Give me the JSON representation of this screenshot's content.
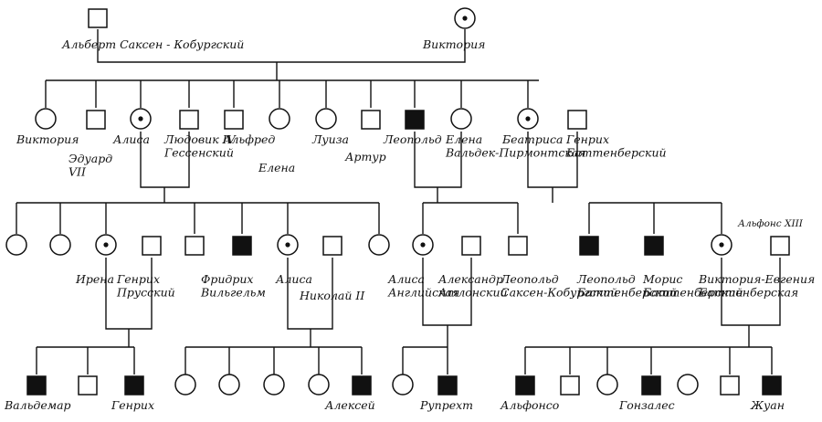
{
  "colors": {
    "ink": "#111111",
    "paper": "#ffffff",
    "affected": "#111111"
  },
  "legend_meaning": {
    "square": "male",
    "circle": "female",
    "filled": "affected",
    "dot": "carrier"
  },
  "people": {
    "albert": {
      "label": "Альберт Саксен - Кобургский",
      "sex": "male",
      "status": "normal"
    },
    "victoria": {
      "label": "Виктория",
      "sex": "female",
      "status": "carrier"
    },
    "vicky": {
      "label": "Виктория",
      "sex": "female",
      "status": "normal"
    },
    "edward": {
      "label": "Эдуард VII",
      "sex": "male",
      "status": "normal"
    },
    "alice": {
      "label": "Алиса",
      "sex": "female",
      "status": "carrier"
    },
    "ludwig": {
      "label": "Людовик IV Гессенский",
      "sex": "male",
      "status": "normal"
    },
    "alfred": {
      "label": "Альфред",
      "sex": "male",
      "status": "normal"
    },
    "helena1": {
      "label": "Елена",
      "sex": "female",
      "status": "normal"
    },
    "louise": {
      "label": "Луиза",
      "sex": "female",
      "status": "normal"
    },
    "arthur": {
      "label": "Артур",
      "sex": "male",
      "status": "normal"
    },
    "leopold": {
      "label": "Леопольд",
      "sex": "male",
      "status": "affected"
    },
    "helenaW": {
      "label": "Елена Вальдек-Пирмонтская",
      "sex": "female",
      "status": "normal"
    },
    "beatrice": {
      "label": "Беатриса",
      "sex": "female",
      "status": "carrier"
    },
    "henryB": {
      "label": "Генрих Баттенберский",
      "sex": "male",
      "status": "normal"
    },
    "g3_f1": {
      "label": "",
      "sex": "female",
      "status": "normal"
    },
    "g3_f2": {
      "label": "",
      "sex": "female",
      "status": "normal"
    },
    "irene": {
      "label": "Ирена",
      "sex": "female",
      "status": "carrier"
    },
    "henryP": {
      "label": "Генрих Прусский",
      "sex": "male",
      "status": "normal"
    },
    "g3_m1": {
      "label": "",
      "sex": "male",
      "status": "normal"
    },
    "friedrich": {
      "label": "Фридрих Вильгельм",
      "sex": "male",
      "status": "affected"
    },
    "alix": {
      "label": "Алиса",
      "sex": "female",
      "status": "carrier"
    },
    "nicholas": {
      "label": "Николай II",
      "sex": "male",
      "status": "normal"
    },
    "g3_f3": {
      "label": "",
      "sex": "female",
      "status": "normal"
    },
    "aliceA": {
      "label": "Алиса Английская",
      "sex": "female",
      "status": "carrier"
    },
    "alexander": {
      "label": "Александр Атлонский",
      "sex": "male",
      "status": "normal"
    },
    "leopoldSC": {
      "label": "Леопольд Саксен-Кобургский",
      "sex": "male",
      "status": "normal"
    },
    "leopoldB": {
      "label": "Леопольд Баттенберский",
      "sex": "male",
      "status": "affected"
    },
    "maurice": {
      "label": "Морис Баттенберский",
      "sex": "male",
      "status": "affected"
    },
    "victoriaE": {
      "label": "Виктория-Евгения Баттенберская",
      "sex": "female",
      "status": "carrier"
    },
    "alfonsoXIII": {
      "label": "Альфонс XIII",
      "sex": "male",
      "status": "normal"
    },
    "waldemar": {
      "label": "Вальдемар",
      "sex": "male",
      "status": "affected"
    },
    "g4_m1": {
      "label": "",
      "sex": "male",
      "status": "normal"
    },
    "heinrich": {
      "label": "Генрих",
      "sex": "male",
      "status": "affected"
    },
    "g4_f1": {
      "label": "",
      "sex": "female",
      "status": "normal"
    },
    "g4_f2": {
      "label": "",
      "sex": "female",
      "status": "normal"
    },
    "g4_f3": {
      "label": "",
      "sex": "female",
      "status": "normal"
    },
    "g4_f4": {
      "label": "",
      "sex": "female",
      "status": "normal"
    },
    "alexei": {
      "label": "Алексей",
      "sex": "male",
      "status": "affected"
    },
    "g4_f5": {
      "label": "",
      "sex": "female",
      "status": "normal"
    },
    "rupert": {
      "label": "Рупрехт",
      "sex": "male",
      "status": "affected"
    },
    "alfonso": {
      "label": "Альфонсо",
      "sex": "male",
      "status": "affected"
    },
    "g4_m2": {
      "label": "",
      "sex": "male",
      "status": "normal"
    },
    "g4_f6": {
      "label": "",
      "sex": "female",
      "status": "normal"
    },
    "gonzalo": {
      "label": "Гонзалес",
      "sex": "male",
      "status": "affected"
    },
    "g4_f7": {
      "label": "",
      "sex": "female",
      "status": "normal"
    },
    "g4_m3": {
      "label": "",
      "sex": "male",
      "status": "normal"
    },
    "juan": {
      "label": "Жуан",
      "sex": "male",
      "status": "affected"
    }
  }
}
